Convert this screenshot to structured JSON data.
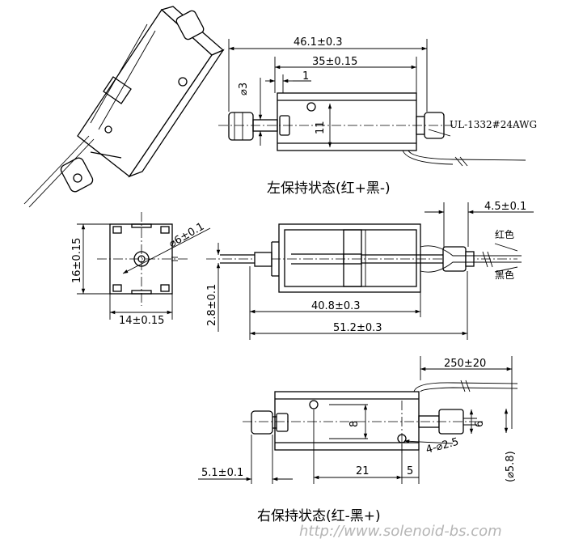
{
  "top_view": {
    "dims": {
      "overall_length": "46.1±0.3",
      "body_length": "35±0.15",
      "gap": "1",
      "shaft_dia": "⌀3",
      "height": "11",
      "wire_spec": "UL-1332#24AWG"
    },
    "caption": "左保持状态(红+黑-)"
  },
  "middle_view": {
    "dims": {
      "shaft_dia": "⌀6±0.1",
      "body_height": "16±0.15",
      "body_width": "14±0.15",
      "shaft_offset": "2.8±0.1",
      "body_length": "40.8±0.3",
      "total_length": "51.2±0.3",
      "tip_length": "4.5±0.1"
    },
    "wires": {
      "red": "红色",
      "black": "黑色"
    }
  },
  "bottom_view": {
    "dims": {
      "wire_length": "250±20",
      "hole_spacing": "8",
      "tip_dia": "6",
      "holes": "4-⌀2.5",
      "outer_dia": "(⌀5.8)",
      "shaft_ext": "5.1±0.1",
      "hole_pos": "21",
      "hole_edge": "5"
    },
    "caption": "右保持状态(红-黑+)"
  },
  "watermark": "http://www.solenoid-bs.com"
}
